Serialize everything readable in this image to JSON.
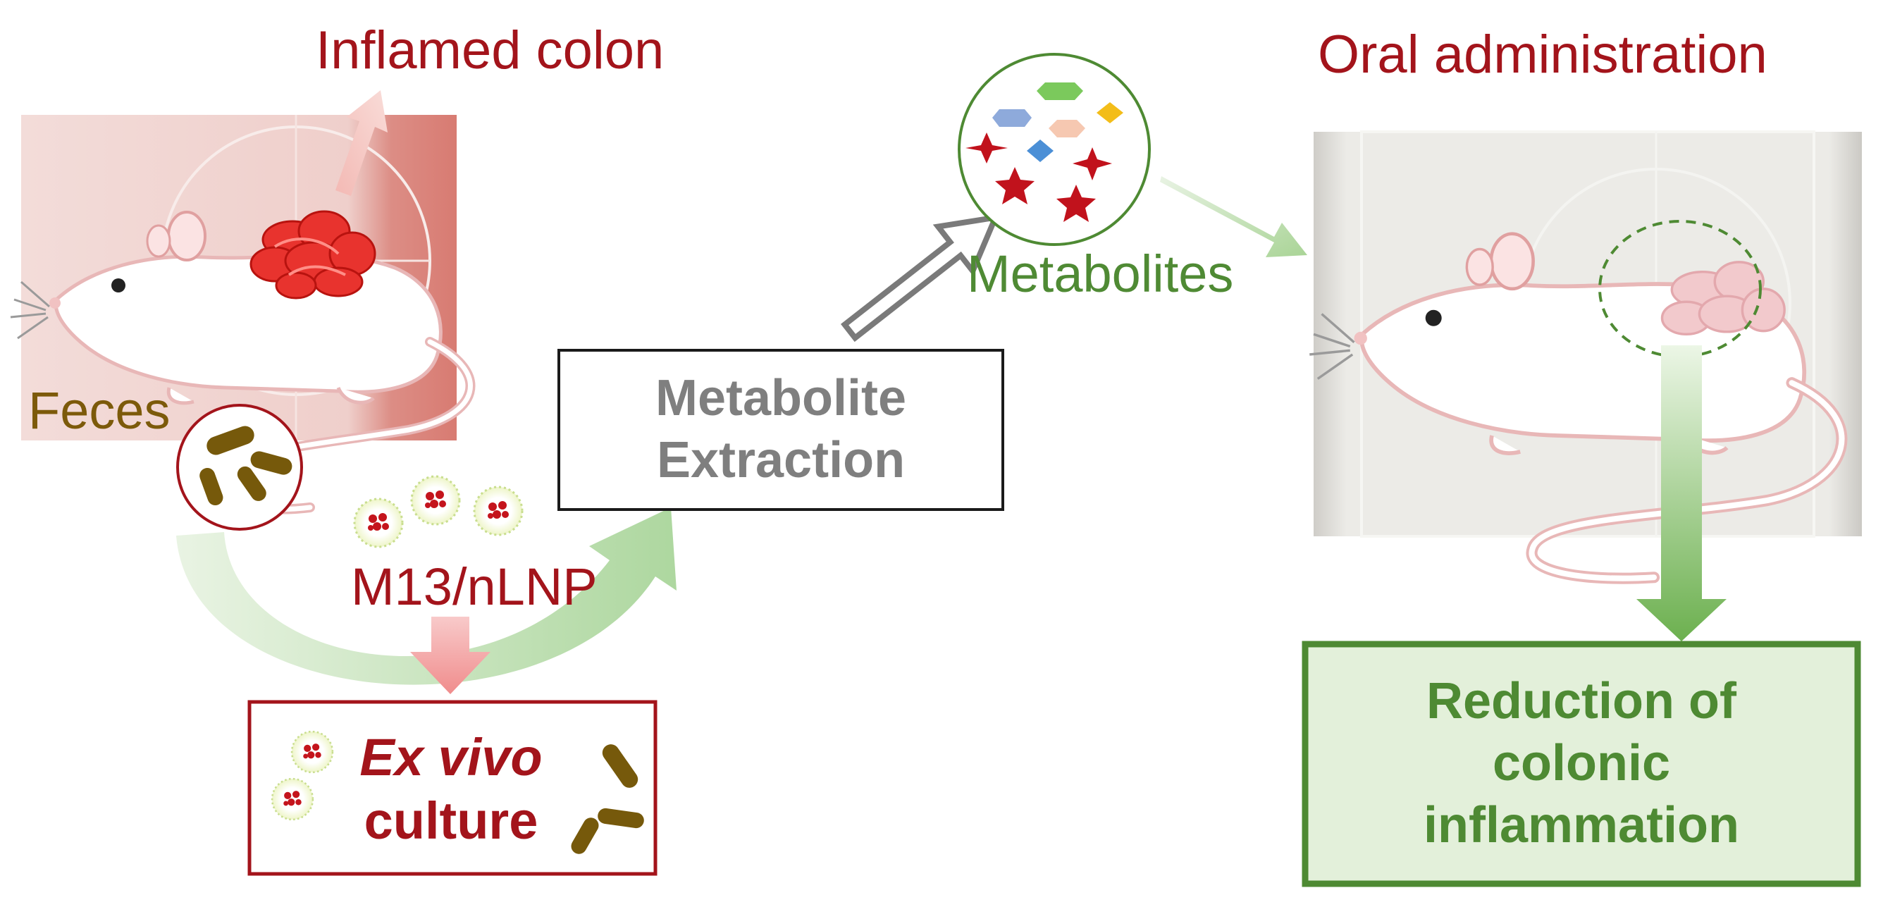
{
  "labels": {
    "inflamed_colon": "Inflamed colon",
    "oral_administration": "Oral administration",
    "feces": "Feces",
    "metabolites": "Metabolites",
    "m13_nlnp": "M13/nLNP"
  },
  "boxes": {
    "metabolite_extraction": [
      "Metabolite",
      "Extraction"
    ],
    "ex_vivo_culture": [
      "Ex vivo",
      "culture"
    ],
    "reduction": [
      "Reduction of",
      "colonic",
      "inflammation"
    ]
  },
  "colors": {
    "red": "#a3141b",
    "olive": "#7c5a0a",
    "green": "#4f8a34",
    "gray": "#7f7f7f",
    "light_green_fill": "#e3f0da"
  },
  "icons": [
    "mouse-inflamed-illustration",
    "mouse-treated-illustration",
    "feces-circle-icon",
    "nanoparticle-icon",
    "metabolites-circle-icon",
    "star-icon",
    "hexagon-icon",
    "diamond-icon",
    "bacteria-icon"
  ]
}
